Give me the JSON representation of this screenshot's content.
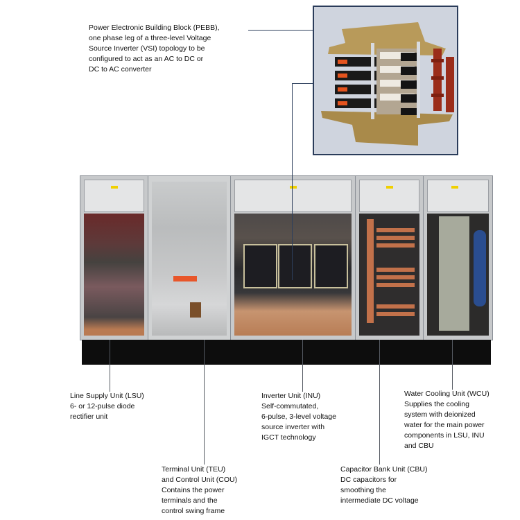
{
  "figure": {
    "title": "Medium voltage drive cabinet line-up with component callouts",
    "inset_photo": {
      "subject": "Power Electronic Building Block (PEBB) module photo",
      "border_color": "#2b3c5a",
      "background_color": "#cfd4de"
    },
    "leader_line_color": "#2d3f5c",
    "cabinets": [
      {
        "id": "lsu",
        "name": "Line Supply Unit"
      },
      {
        "id": "teu-cou",
        "name": "Terminal Unit and Control Unit"
      },
      {
        "id": "inu",
        "name": "Inverter Unit"
      },
      {
        "id": "cbu",
        "name": "Capacitor Bank Unit"
      },
      {
        "id": "wcu",
        "name": "Water Cooling Unit"
      }
    ]
  },
  "callouts": {
    "pebb": {
      "lines": [
        "Power Electronic Building Block (PEBB),",
        "one phase leg of a three-level Voltage",
        "Source Inverter (VSI) topology to be",
        "configured to act as an AC to DC or",
        "DC to AC converter"
      ]
    },
    "lsu": {
      "lines": [
        "Line Supply Unit (LSU)",
        "6- or 12-pulse diode",
        "rectifier unit"
      ]
    },
    "inu": {
      "lines": [
        "Inverter Unit (INU)",
        "Self-commutated,",
        "6-pulse, 3-level voltage",
        "source inverter with",
        "IGCT technology"
      ]
    },
    "wcu": {
      "lines": [
        "Water Cooling Unit (WCU)",
        "Supplies the cooling",
        "system with deionized",
        "water for the main power",
        "components in LSU, INU",
        "and CBU"
      ]
    },
    "teu": {
      "lines": [
        "Terminal Unit (TEU)",
        "and Control Unit (COU)",
        "Contains the power",
        "terminals and the",
        "control swing frame"
      ]
    },
    "cbu": {
      "lines": [
        "Capacitor Bank Unit (CBU)",
        "DC capacitors for",
        "smoothing the",
        "intermediate DC voltage"
      ]
    }
  }
}
